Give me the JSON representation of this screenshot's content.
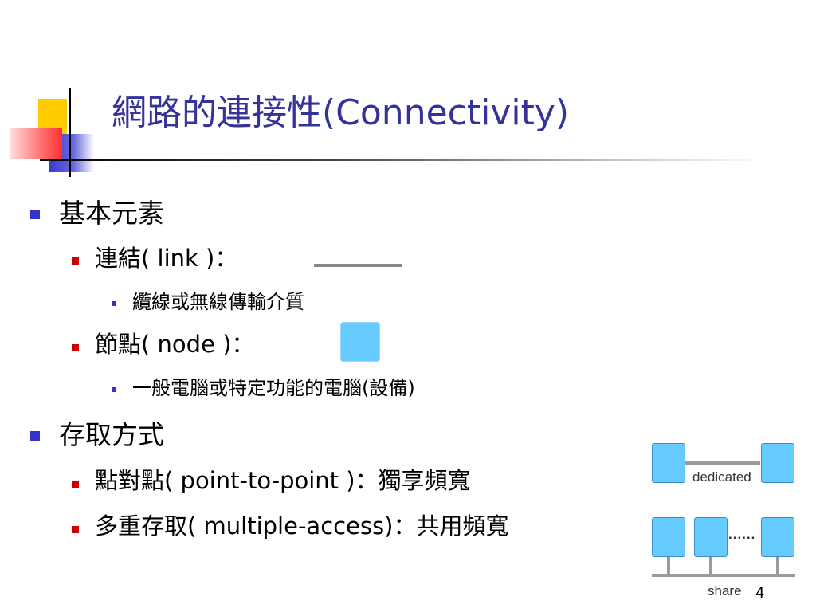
{
  "title": "網路的連接性(Connectivity)",
  "outline": {
    "section1": {
      "label": "基本元素",
      "link": {
        "label": "連結( link )：",
        "sub": "纜線或無線傳輸介質"
      },
      "node": {
        "label": "節點( node )：",
        "sub": "一般電腦或特定功能的電腦(設備)"
      }
    },
    "section2": {
      "label": "存取方式",
      "p2p": "點對點( point-to-point )：獨享頻寬",
      "multi": "多重存取( multiple-access)：共用頻寬"
    }
  },
  "diagram": {
    "dedicated_label": "dedicated",
    "dots": "......",
    "share_label": "share"
  },
  "page_number": "4",
  "colors": {
    "title": "#333399",
    "bullet_blue": "#3333cc",
    "bullet_red": "#cc0000",
    "node_fill": "#66ccff",
    "line_gray": "#888888"
  }
}
